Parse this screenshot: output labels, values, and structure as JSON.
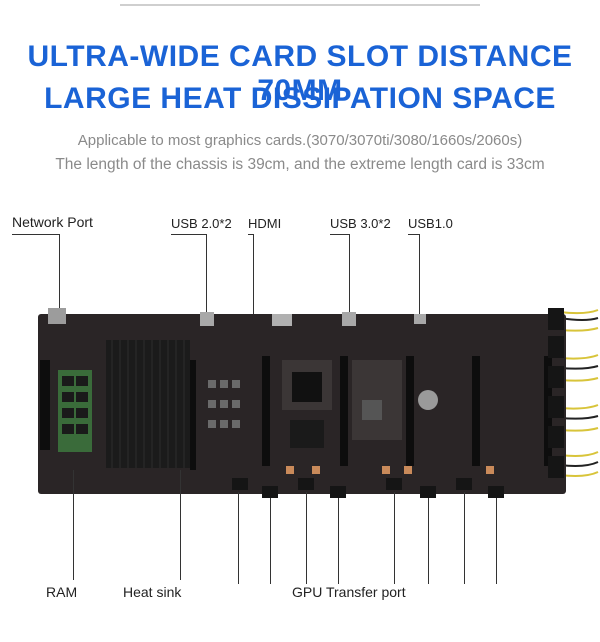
{
  "headline": {
    "line1": "ULTRA-WIDE CARD SLOT DISTANCE 70MM",
    "line2": "LARGE HEAT DISSIPATION SPACE"
  },
  "subtitle": {
    "line1": "Applicable to most graphics cards.(3070/3070ti/3080/1660s/2060s)",
    "line2": "The length of the chassis is 39cm, and the extreme length card is 33cm"
  },
  "labels": {
    "network_port": "Network Port",
    "usb2": "USB 2.0*2",
    "hdmi": "HDMI",
    "usb3": "USB 3.0*2",
    "usb1": "USB1.0",
    "ram": "RAM",
    "heat_sink": "Heat sink",
    "gpu_port": "GPU Transfer port"
  },
  "colors": {
    "accent": "#1a63d6",
    "board": "#2a2526",
    "slot": "#0d0d0d",
    "heatsink": "#1b1b1b",
    "ram_green": "#3a6b3a",
    "copper": "#c98a5a",
    "cable_yellow": "#d8c43a"
  }
}
